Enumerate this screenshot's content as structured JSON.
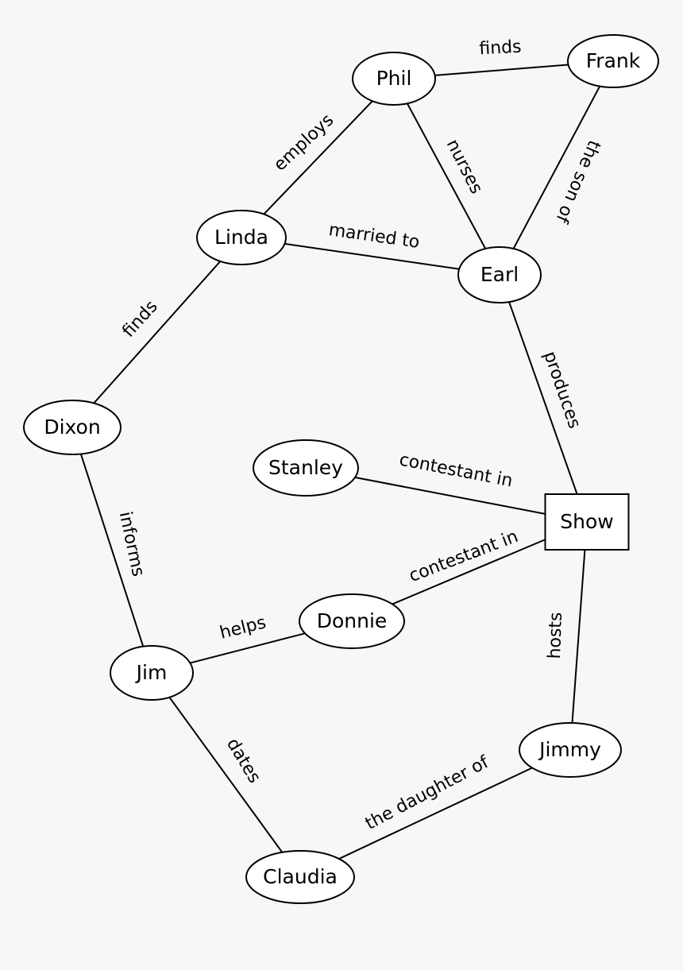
{
  "diagram": {
    "nodes": [
      {
        "id": "phil",
        "label": "Phil"
      },
      {
        "id": "frank",
        "label": "Frank"
      },
      {
        "id": "linda",
        "label": "Linda"
      },
      {
        "id": "earl",
        "label": "Earl"
      },
      {
        "id": "dixon",
        "label": "Dixon"
      },
      {
        "id": "stanley",
        "label": "Stanley"
      },
      {
        "id": "show",
        "label": "Show"
      },
      {
        "id": "donnie",
        "label": "Donnie"
      },
      {
        "id": "jim",
        "label": "Jim"
      },
      {
        "id": "jimmy",
        "label": "Jimmy"
      },
      {
        "id": "claudia",
        "label": "Claudia"
      }
    ],
    "edges": [
      {
        "from": "phil",
        "to": "frank",
        "label": "finds"
      },
      {
        "from": "linda",
        "to": "phil",
        "label": "employs"
      },
      {
        "from": "phil",
        "to": "earl",
        "label": "nurses"
      },
      {
        "from": "frank",
        "to": "earl",
        "label": "the son of"
      },
      {
        "from": "linda",
        "to": "earl",
        "label": "married to"
      },
      {
        "from": "dixon",
        "to": "linda",
        "label": "finds"
      },
      {
        "from": "earl",
        "to": "show",
        "label": "produces"
      },
      {
        "from": "stanley",
        "to": "show",
        "label": "contestant in"
      },
      {
        "from": "donnie",
        "to": "show",
        "label": "contestant in"
      },
      {
        "from": "dixon",
        "to": "jim",
        "label": "informs"
      },
      {
        "from": "jim",
        "to": "donnie",
        "label": "helps"
      },
      {
        "from": "show",
        "to": "jimmy",
        "label": "hosts"
      },
      {
        "from": "jim",
        "to": "claudia",
        "label": "dates"
      },
      {
        "from": "claudia",
        "to": "jimmy",
        "label": "the daughter of"
      }
    ]
  }
}
